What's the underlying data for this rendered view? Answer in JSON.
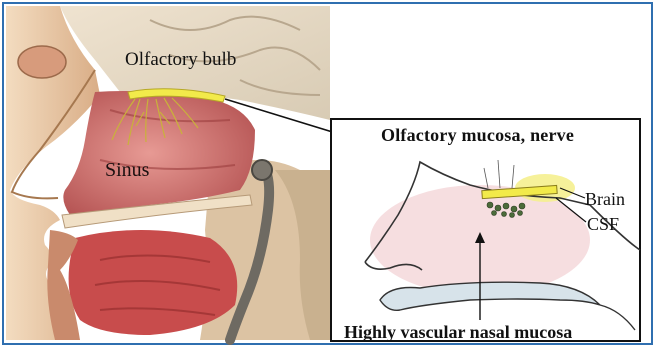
{
  "labels": {
    "olfactory_bulb": "Olfactory bulb",
    "sinus": "Sinus",
    "olfactory_mucosa_nerve": "Olfactory mucosa, nerve",
    "brain": "Brain",
    "csf": "CSF",
    "highly_vascular_nasal_mucosa": "Highly vascular nasal mucosa"
  },
  "colors": {
    "frame_border": "#2f6fb0",
    "olfactory_highlight": "#f2ea4a",
    "mucosa_pink": "#c25a5a",
    "skin": "#e9cba8",
    "inset_border": "#111111"
  }
}
